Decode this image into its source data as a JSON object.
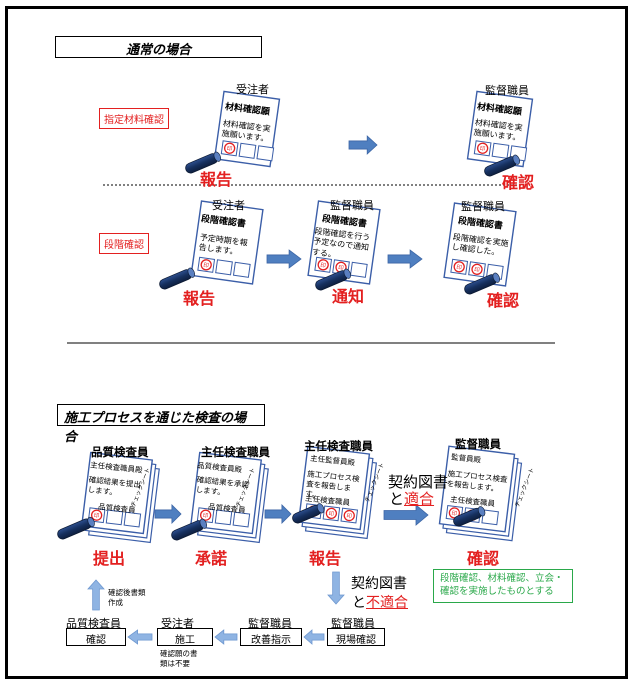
{
  "normal": {
    "title": "通常の場合",
    "material_label": "指定材料確認",
    "stage_label": "段階確認",
    "material": {
      "contractor_role": "受注者",
      "contractor_doc_title": "材料確認願",
      "contractor_doc_body": "材料確認を実施願います。",
      "report": "報告",
      "supervisor_role": "監督職員",
      "supervisor_doc_title": "材料確認願",
      "supervisor_doc_body": "材料確認を実施願います。",
      "confirm": "確認"
    },
    "stage": {
      "contractor_role": "受注者",
      "doc1_title": "段階確認書",
      "doc1_body": "予定時期を報告します。",
      "report": "報告",
      "notify_role": "監督職員",
      "doc2_title": "段階確認書",
      "doc2_body": "段階確認を行う予定なので通知する。",
      "notify": "通知",
      "confirm_role": "監督職員",
      "doc3_title": "段階確認書",
      "doc3_body": "段階確認を実施し確認した。",
      "confirm": "確認"
    },
    "stamp_char": "印"
  },
  "process": {
    "title": "施工プロセスを通じた検査の場合",
    "quality_role": "品質検査員",
    "quality_doc_head": "主任検査職員殿",
    "quality_doc_body": "確認結果を提出します。",
    "quality_doc_sign": "品質検査員",
    "submit": "提出",
    "chief_role": "主任検査職員",
    "chief_doc_head": "品質検査員殿",
    "chief_doc_body": "確認結果を承諾します。",
    "chief_doc_sign": "品質検査員",
    "approve": "承諾",
    "report_role": "主任検査職員",
    "report_doc_head": "主任監督員殿",
    "report_doc_body": "施工プロセス検査を報告します。",
    "report_doc_sign": "主任検査職員",
    "report": "報告",
    "contract_text": "契約図書",
    "conform_prefix": "と",
    "conform": "適合",
    "supervisor_role": "監督職員",
    "supervisor_doc_head": "監督員殿",
    "supervisor_doc_body": "施工プロセス検査を報告します。",
    "supervisor_doc_sign": "主任検査職員",
    "confirm": "確認",
    "checksheet": "チェックシート",
    "note": "段階確認、材料確認、立会・確認を実施したものとする",
    "nonconform_contract": "契約図書",
    "nonconform_prefix": "と",
    "nonconform": "不適合",
    "after_confirm": "確認後書類作成",
    "flow": [
      {
        "role": "品質検査員",
        "action": "確認"
      },
      {
        "role": "受注者",
        "action": "施工"
      },
      {
        "role": "監督職員",
        "action": "改善指示"
      },
      {
        "role": "監督職員",
        "action": "現場確認"
      }
    ],
    "no_request": "確認願の書類は不要"
  },
  "colors": {
    "arrow_blue": "#4f7fc0",
    "arrow_light": "#8fb4e3",
    "red": "#e32020",
    "green": "#2aa84a",
    "doc_border": "#3b5ea8",
    "pen": "#1f3a6e"
  }
}
